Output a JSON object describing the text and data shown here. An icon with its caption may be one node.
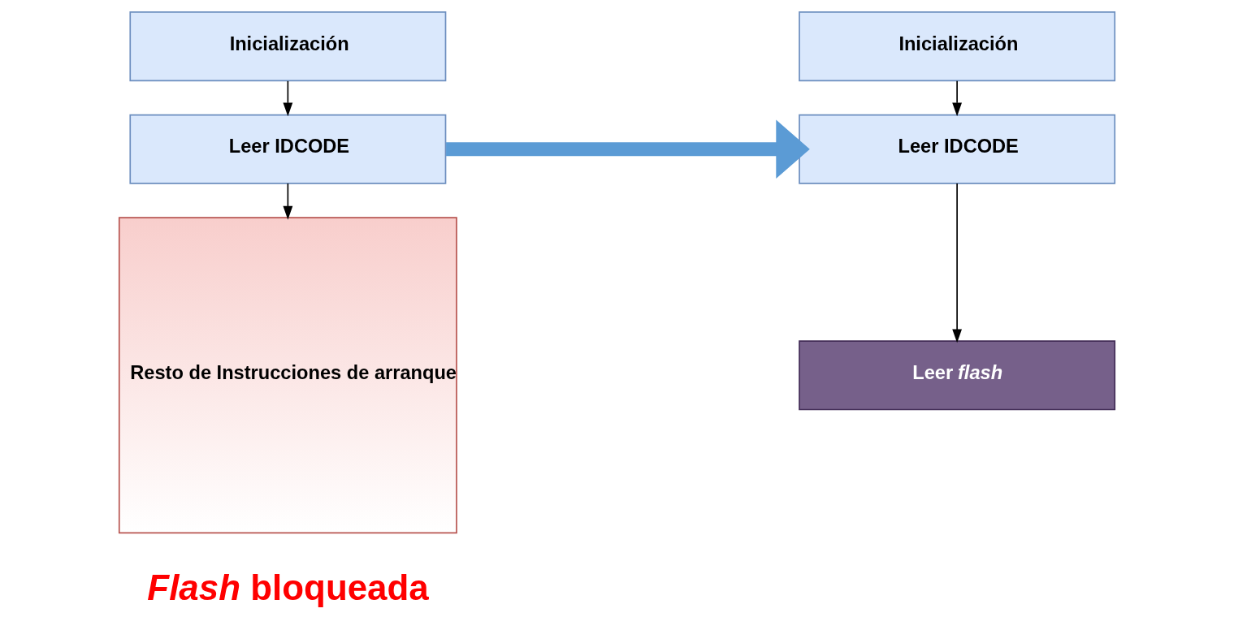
{
  "diagram": {
    "nodes": [
      {
        "text": [
          "Inicialización"
        ]
      },
      {
        "text": [
          "Leer IDCODE"
        ]
      },
      {
        "text": [
          "Resto de Instrucciones de arranque"
        ]
      },
      {
        "text": [
          "Inicialización"
        ]
      },
      {
        "text": [
          "Leer IDCODE"
        ]
      },
      {
        "text": [
          "Leer *flash*"
        ]
      }
    ],
    "edges": [
      {
        "from": 0,
        "to": 1,
        "arrow": "to"
      },
      {
        "from": 1,
        "to": 2,
        "arrow": "to"
      },
      {
        "from": 3,
        "to": 4,
        "arrow": "to"
      },
      {
        "from": 4,
        "to": 5,
        "arrow": "to"
      },
      {
        "from": 1,
        "to": 4,
        "arrow": "to",
        "style": "thick",
        "color": "#5b9bd5"
      }
    ],
    "labels": [
      "*Flash* bloqueada"
    ]
  }
}
